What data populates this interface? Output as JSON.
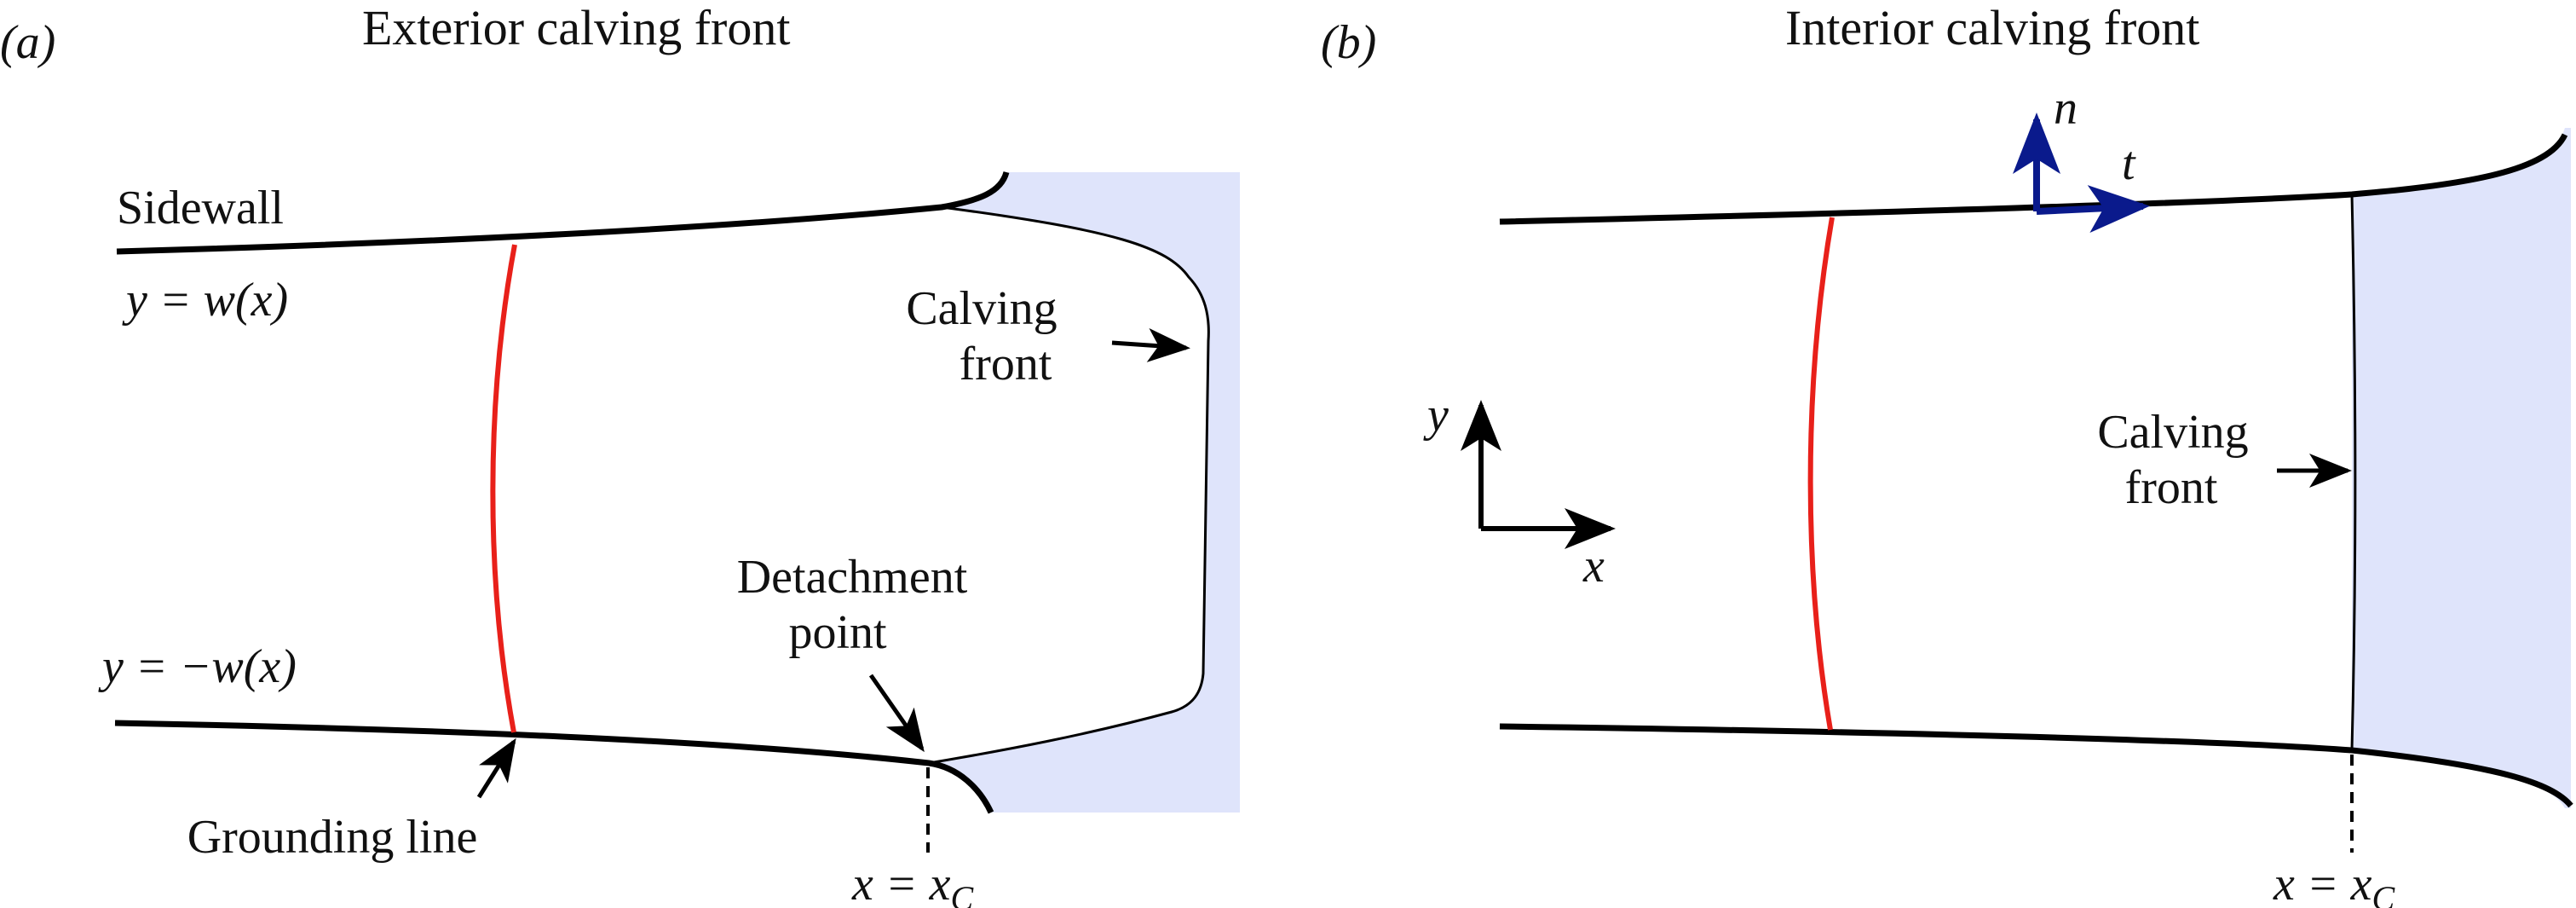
{
  "panel_a": {
    "tag": "(a)",
    "title": "Exterior calving front",
    "sidewall": "Sidewall",
    "upper_wall_eq": "y = w(x)",
    "lower_wall_eq": "y = −w(x)",
    "calving_front": [
      "Calving",
      "front"
    ],
    "detachment_point": [
      "Detachment",
      "point"
    ],
    "grounding_line": "Grounding line",
    "xc_label": "x = x",
    "xc_sub": "C"
  },
  "panel_b": {
    "tag": "(b)",
    "title": "Interior calving front",
    "normal": "n",
    "tangent": "t",
    "axis_y": "y",
    "axis_x": "x",
    "calving_front": [
      "Calving",
      "front"
    ],
    "xc_label": "x = x",
    "xc_sub": "C"
  },
  "colors": {
    "walls": "#000000",
    "grounding_line": "#e8201a",
    "ocean_fill": "#dfe4fb",
    "tangent_normal_vectors": "#0a1a8c"
  }
}
